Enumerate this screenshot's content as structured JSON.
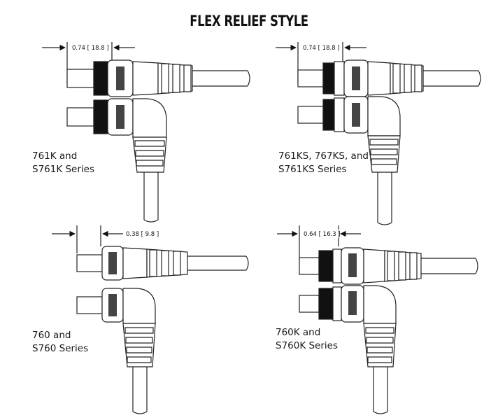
{
  "title": "FLEX RELIEF STYLE",
  "panels": [
    {
      "dimension": {
        "inch": "0.74",
        "mm": "18.8"
      },
      "series": [
        "761K and",
        "S761K Series"
      ]
    },
    {
      "dimension": {
        "inch": "0.74",
        "mm": "18.8"
      },
      "series": [
        "761KS, 767KS, and",
        "S761KS Series"
      ]
    },
    {
      "dimension": {
        "inch": "0.38",
        "mm": "9.8"
      },
      "series": [
        "760 and",
        "S760 Series"
      ]
    },
    {
      "dimension": {
        "inch": "0.64",
        "mm": "16.3"
      },
      "series": [
        "760K and",
        "S760K Series"
      ]
    }
  ]
}
